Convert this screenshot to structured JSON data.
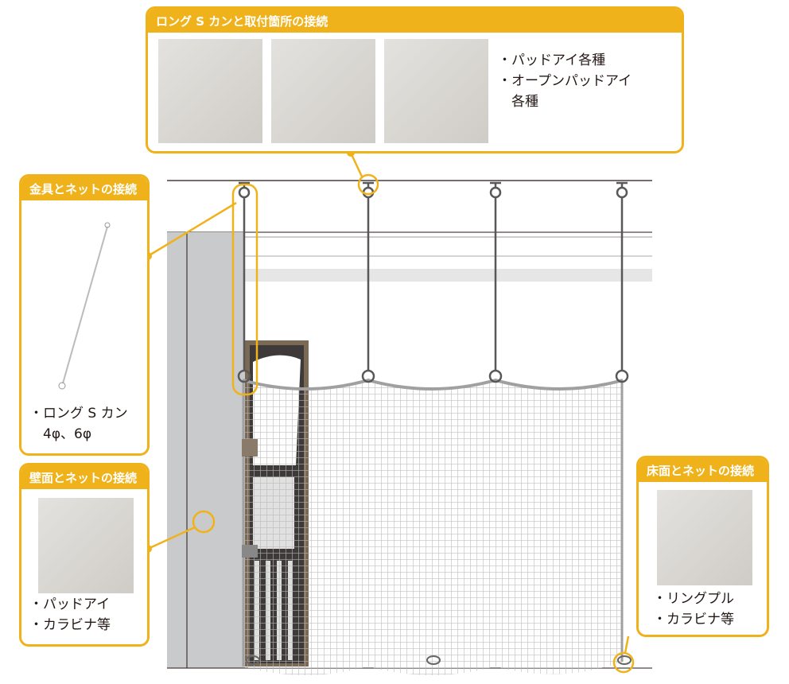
{
  "top_callout": {
    "title": "ロング S カンと取付箇所の接続",
    "bullets": [
      "・パッドアイ各種",
      "・オープンパッドアイ",
      "　各種"
    ]
  },
  "left_callout_1": {
    "title": "金具とネットの接続",
    "bullets": [
      "・ロング S カン",
      "　4φ、6φ"
    ]
  },
  "left_callout_2": {
    "title": "壁面とネットの接続",
    "bullets": [
      "・パッドアイ",
      "・カラビナ等"
    ]
  },
  "right_callout": {
    "title": "床面とネットの接続",
    "bullets": [
      "・リングプル",
      "・カラビナ等"
    ]
  },
  "colors": {
    "accent": "#F0B21A",
    "wall": "#C9CACC",
    "cabinet": "#3E3A39",
    "net": "#B5B5B6"
  }
}
